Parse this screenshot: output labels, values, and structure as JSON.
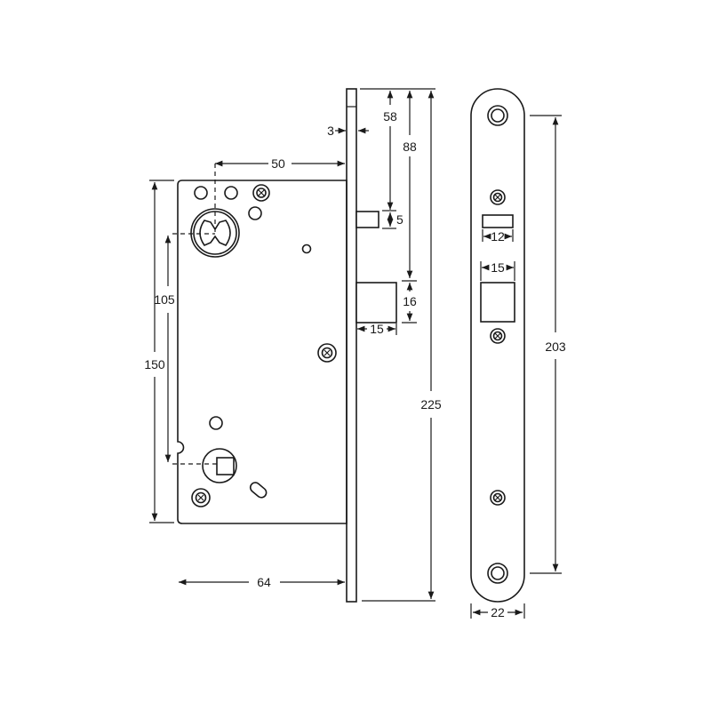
{
  "diagram": {
    "colors": {
      "line": "#1a1a1a",
      "background": "#ffffff"
    },
    "dimensions": {
      "backset": "50",
      "faceplate_thickness": "3",
      "latch_offset": "58",
      "deadbolt_offset": "88",
      "latch_height": "5",
      "deadbolt_height": "16",
      "deadbolt_throw": "15",
      "faceplate_length": "225",
      "body_height": "150",
      "center_distance": "105",
      "body_depth": "64",
      "strike_latch_width": "12",
      "strike_deadbolt_width": "15",
      "screw_spacing": "203",
      "faceplate_width": "22"
    }
  }
}
